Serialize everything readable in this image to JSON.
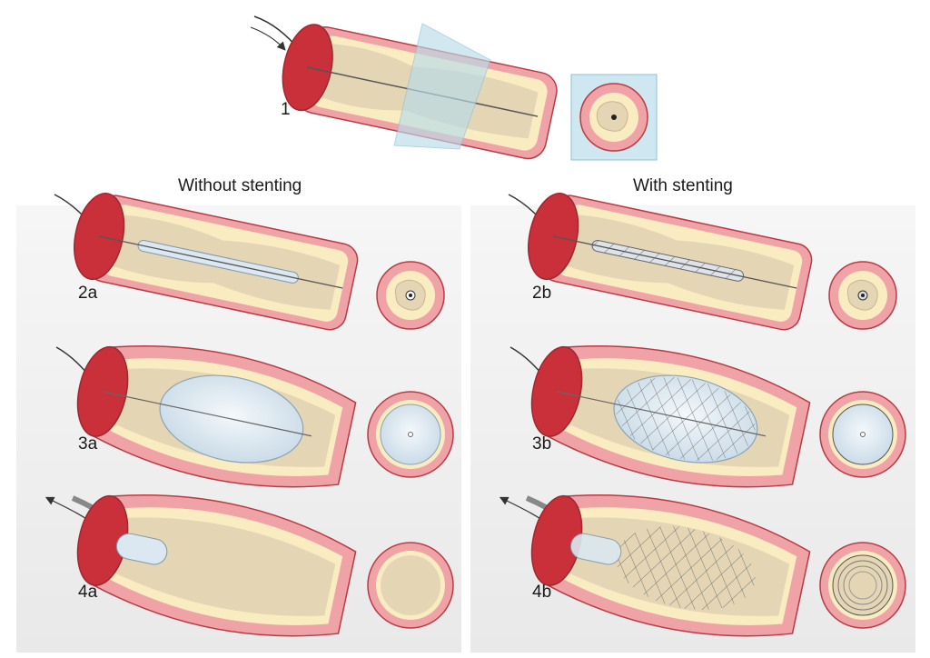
{
  "columns": {
    "left_title": "Without stenting",
    "right_title": "With stenting"
  },
  "steps": {
    "s1": "1",
    "s2a": "2a",
    "s3a": "3a",
    "s4a": "4a",
    "s2b": "2b",
    "s3b": "3b",
    "s4b": "4b"
  },
  "colors": {
    "vessel_dark": "#c9303a",
    "vessel_wall": "#f0a3a6",
    "lumen": "#f9ecc1",
    "plaque": "#e4d6b5",
    "balloon": "#d8e6f0",
    "plane": "#b9dcea",
    "panel_bg": "#f0f0f0"
  }
}
